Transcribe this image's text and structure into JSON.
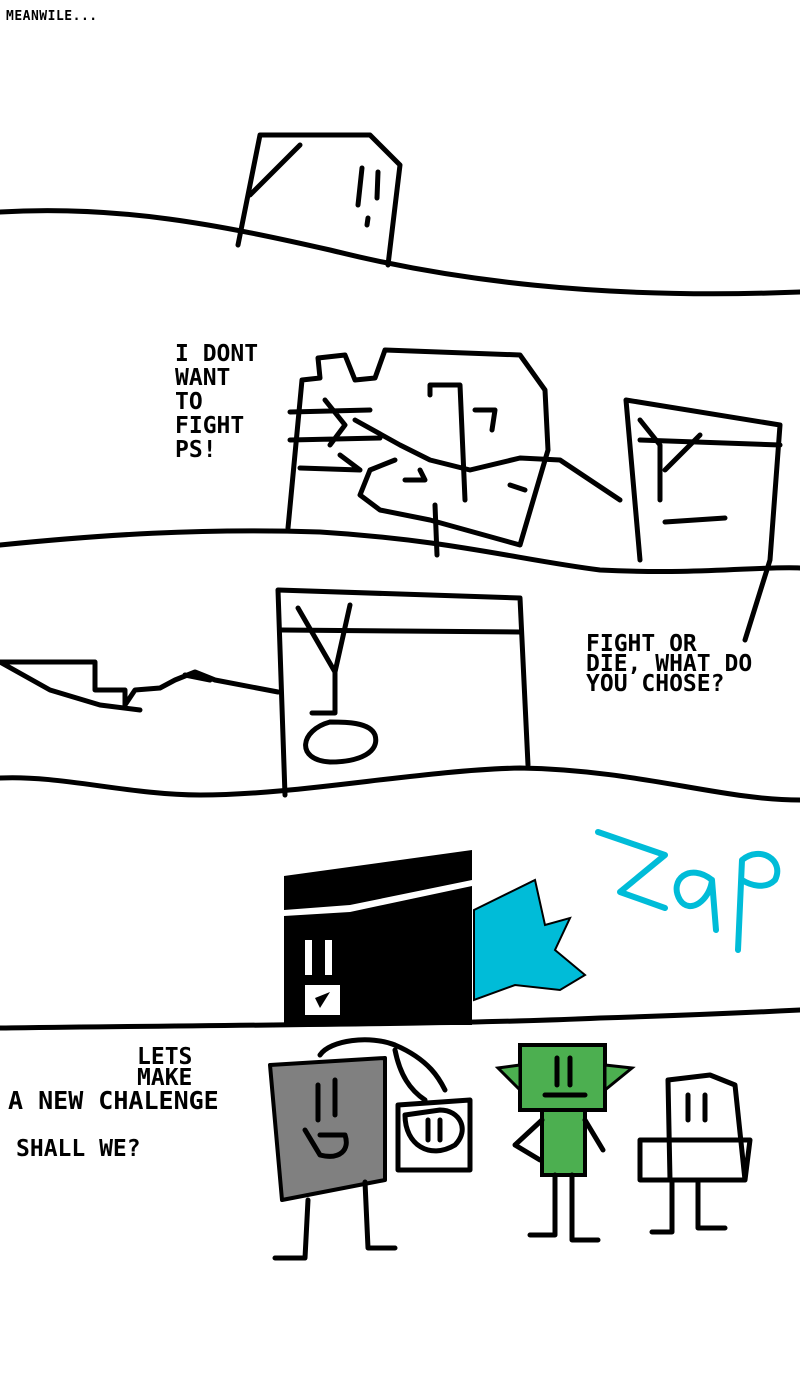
{
  "caption": "MEANWILE...",
  "speech": {
    "panel2": "I DONT\nWANT\nTO\nFIGHT\nPS!",
    "panel3": "FIGHT OR\nDIE, WHAT DO\nYOU CHOSE?",
    "panel5_line1": "LETS\nMAKE",
    "panel5_line2": "A NEW CHALENGE",
    "panel5_line3": "SHALL WE?"
  },
  "sfx": {
    "zap_label": "zap",
    "color": "#00bcd8"
  },
  "colors": {
    "ink": "#000000",
    "gray_character": "#808080",
    "green_character": "#4caf50",
    "flash": "#00bcd8"
  }
}
